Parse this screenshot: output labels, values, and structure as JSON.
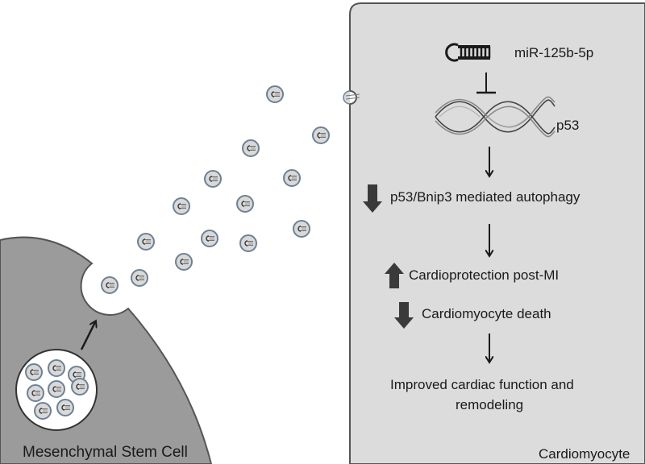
{
  "diagram": {
    "cells": {
      "msc_label": "Mesenchymal Stem Cell",
      "cardiomyocyte_label": "Cardiomyocyte"
    },
    "mirna_label": "miR-125b-5p",
    "target_label": "p53",
    "steps": [
      {
        "text": "p53/Bnip3 mediated autophagy",
        "arrow": "down"
      },
      {
        "text": "Cardioprotection post-MI",
        "arrow": "up"
      },
      {
        "text": "Cardiomyocyte death",
        "arrow": "down"
      }
    ],
    "outcome_lines": [
      "Improved cardiac function and",
      "remodeling"
    ],
    "colors": {
      "msc_fill": "#9b9b9b",
      "cardiomyocyte_fill": "#dcdcdc",
      "outline": "#555555",
      "exosome_fill": "#d9d9d9",
      "exosome_border": "#6f8196",
      "arrow_fill": "#3a3a3a"
    },
    "icons": [
      "hairpin-rna-icon",
      "dna-helix-icon",
      "exosome-icon",
      "block-arrow-up-icon",
      "block-arrow-down-icon"
    ]
  }
}
